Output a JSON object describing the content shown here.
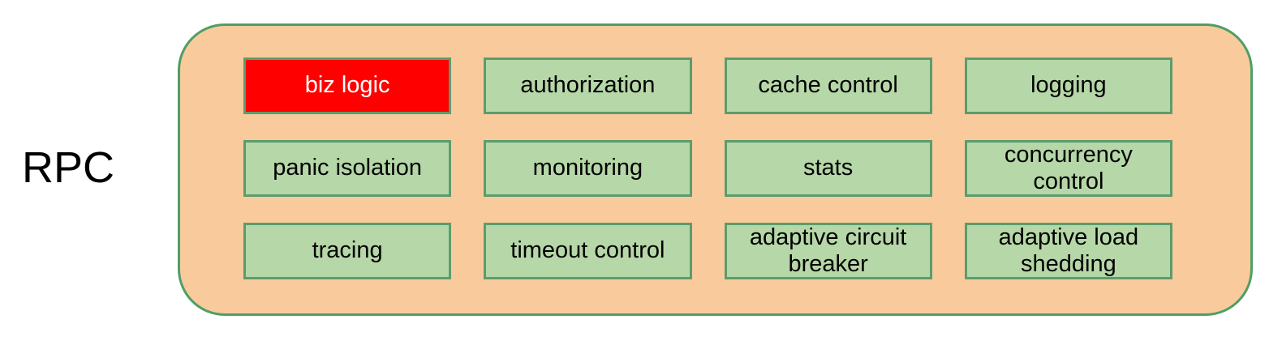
{
  "diagram": {
    "label": "RPC",
    "container": {
      "fill": "#f9cb9c",
      "border": "#4f9e66"
    },
    "colors": {
      "cell_fill": "#b6d7a8",
      "cell_border": "#5b9c6d",
      "highlight_fill": "#ff0000",
      "highlight_text": "#ffffff",
      "text": "#000000"
    },
    "cells": [
      {
        "label": "biz logic",
        "variant": "highlight"
      },
      {
        "label": "authorization",
        "variant": "normal"
      },
      {
        "label": "cache control",
        "variant": "normal"
      },
      {
        "label": "logging",
        "variant": "normal"
      },
      {
        "label": "panic isolation",
        "variant": "normal"
      },
      {
        "label": "monitoring",
        "variant": "normal"
      },
      {
        "label": "stats",
        "variant": "normal"
      },
      {
        "label": "concurrency control",
        "variant": "normal"
      },
      {
        "label": "tracing",
        "variant": "normal"
      },
      {
        "label": "timeout control",
        "variant": "normal"
      },
      {
        "label": "adaptive circuit breaker",
        "variant": "normal"
      },
      {
        "label": "adaptive load shedding",
        "variant": "normal"
      }
    ]
  }
}
